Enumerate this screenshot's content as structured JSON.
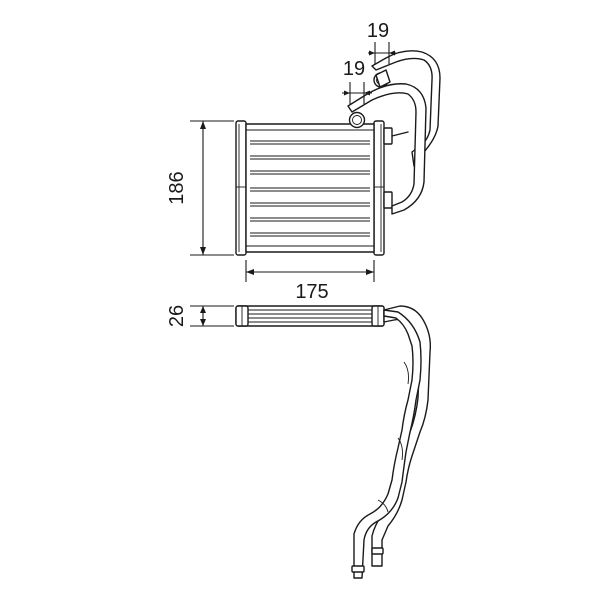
{
  "dimensions": {
    "pipe_offset_top": "19",
    "pipe_offset_lower": "19",
    "core_height": "186",
    "core_width": "175",
    "core_depth": "26"
  },
  "colors": {
    "line": "#1a1a1a",
    "background": "#ffffff"
  }
}
